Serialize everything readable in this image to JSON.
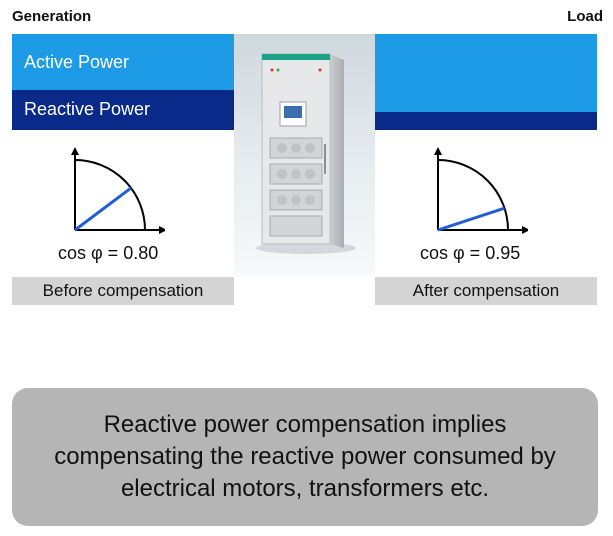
{
  "labels": {
    "generation": "Generation",
    "load": "Load",
    "active_power": "Active Power",
    "reactive_power": "Reactive Power",
    "cos_before": "cos φ = 0.80",
    "cos_after": "cos φ = 0.95",
    "before": "Before compensation",
    "after": "After compensation"
  },
  "summary": "Reactive power compensation implies compensating the reactive power consumed by electrical motors, transformers etc.",
  "colors": {
    "active": "#1e9be6",
    "reactive": "#0a2a8a",
    "vector": "#1f5fd6",
    "grey_bar": "#d4d4d4",
    "summary_bg": "#b5b5b5"
  },
  "phasors": [
    {
      "side": "before",
      "cos_phi": 0.8
    },
    {
      "side": "after",
      "cos_phi": 0.95
    }
  ]
}
